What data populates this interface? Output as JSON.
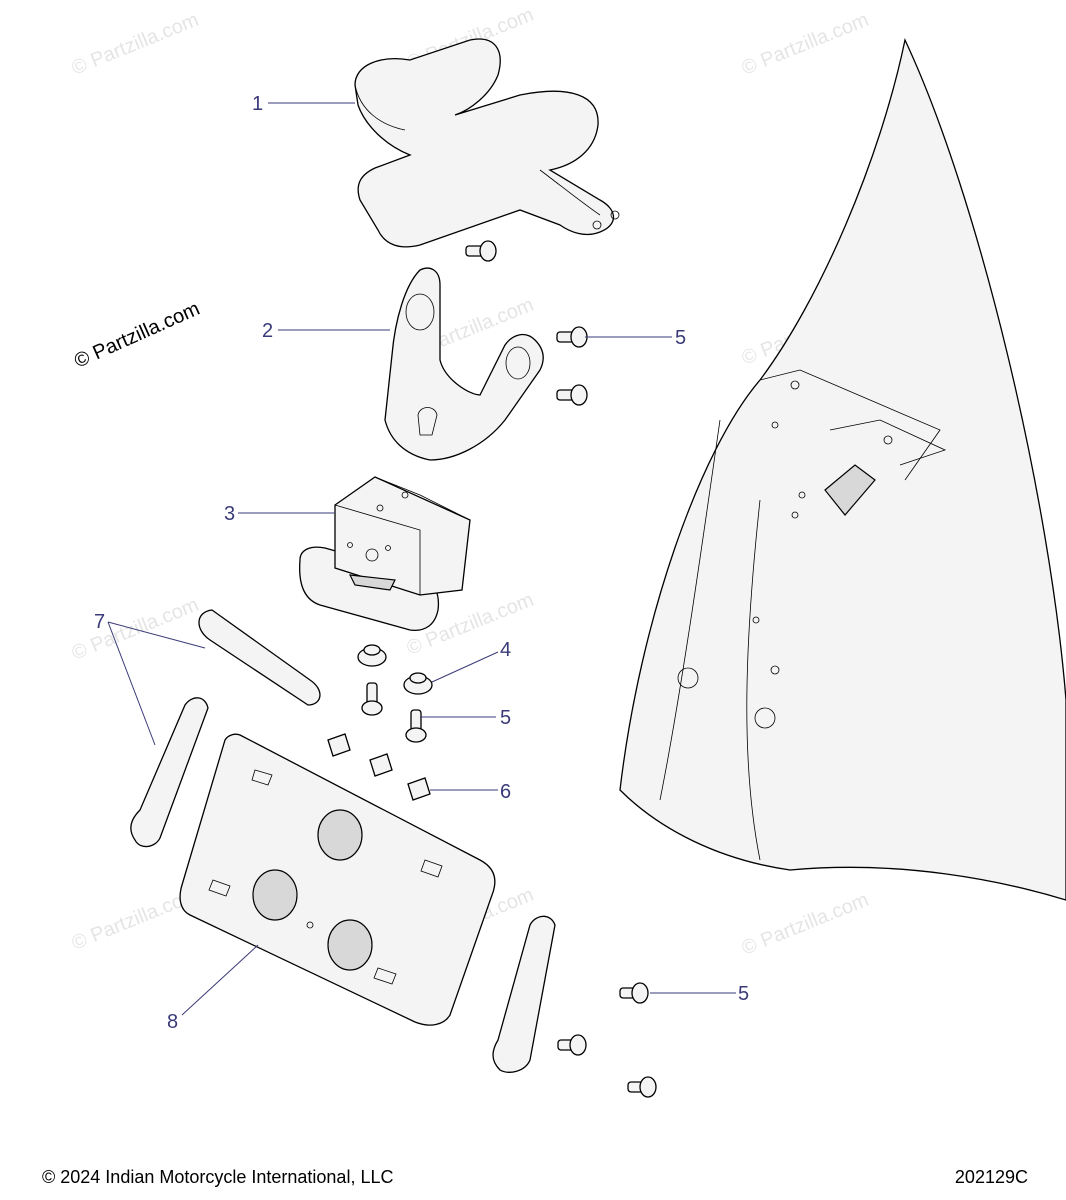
{
  "watermark": {
    "main_text": "© Partzilla.com",
    "faint_text": "© Partzilla.com"
  },
  "callouts": [
    {
      "label": "1"
    },
    {
      "label": "2"
    },
    {
      "label": "3"
    },
    {
      "label": "4"
    },
    {
      "label": "5"
    },
    {
      "label": "5"
    },
    {
      "label": "5"
    },
    {
      "label": "6"
    },
    {
      "label": "7"
    },
    {
      "label": "8"
    }
  ],
  "footer": {
    "copyright": "© 2024 Indian Motorcycle International, LLC",
    "drawing_id": "202129C"
  },
  "colors": {
    "callout": "#3a3a78",
    "line": "#000000",
    "fill": "#f4f4f4"
  }
}
